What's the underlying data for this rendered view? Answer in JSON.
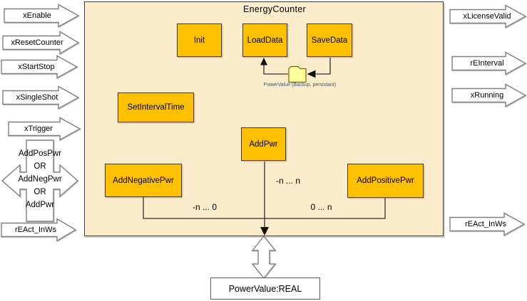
{
  "function_block": {
    "title": "EnergyCounter",
    "inputs": [
      {
        "label": "xEnable"
      },
      {
        "label": "xResetCounter"
      },
      {
        "label": "xStartStop"
      },
      {
        "label": "xSingleShot"
      },
      {
        "label": "xTrigger"
      }
    ],
    "or_input": {
      "line1": "AddPosPwr",
      "line2": "OR",
      "line3": "AddNegPwr",
      "line4": "OR",
      "line5": "AddPwr"
    },
    "input_energy": {
      "label": "rEAct_InWs"
    },
    "outputs": [
      {
        "label": "xLicenseValid"
      },
      {
        "label": "rEInterval"
      },
      {
        "label": "xRunning"
      },
      {
        "label": "rEAct_InWs"
      }
    ],
    "actions": {
      "init": "Init",
      "load_data": "LoadData",
      "save_data": "SaveData",
      "set_interval_time": "SetIntervalTime",
      "add_pwr": "AddPwr",
      "add_negative_pwr": "AddNegativePwr",
      "add_positive_pwr": "AddPositivePwr"
    },
    "backup_file_label": "PowerValue (Backup, persistant)",
    "ranges": {
      "center": "-n ... n",
      "negative": "-n ... 0",
      "positive": "0 ... n"
    },
    "external_value": "PowerValue:REAL"
  },
  "colors": {
    "action_block_fill": "#FFC000",
    "panel_fill": "#FBEDCB",
    "backup_file_fill": "#FFFF9C",
    "arrow_fill": "#FFFFFF",
    "arrow_stroke": "#7F7F7F",
    "backup_label_color": "#44546A"
  }
}
